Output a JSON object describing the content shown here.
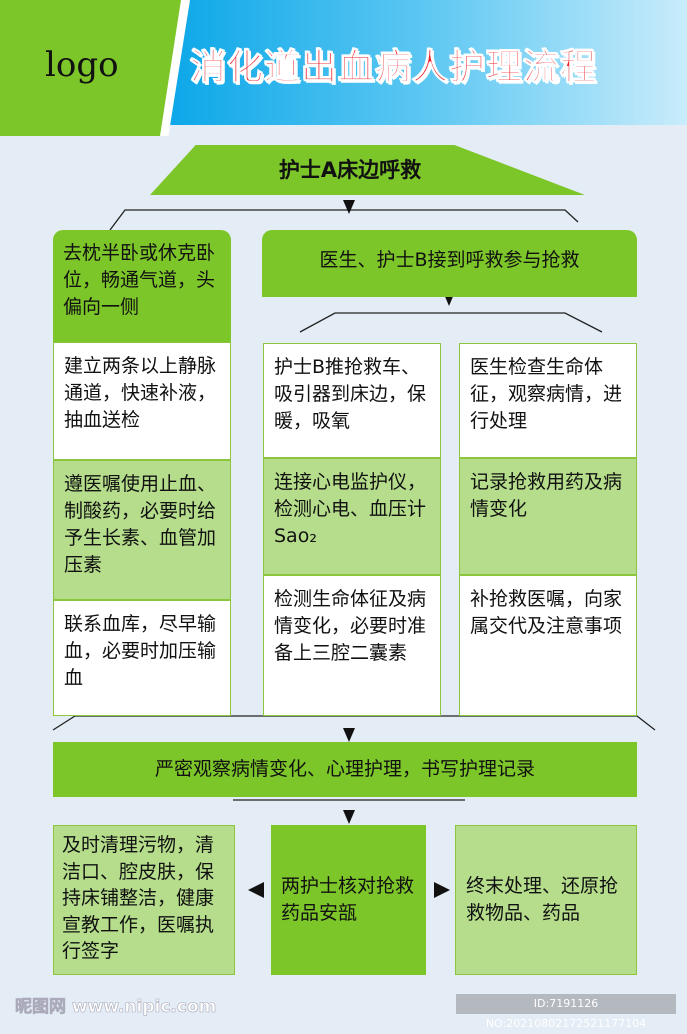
{
  "header": {
    "logo": "logo",
    "title": "消化道出血病人护理流程"
  },
  "start": "护士A床边呼救",
  "left_column": [
    "去枕半卧或休克卧位，畅通气道，头偏向一侧",
    "建立两条以上静脉通道，快速补液，抽血送检",
    "遵医嘱使用止血、制酸药，必要时给予生长素、血管加压素",
    "联系血库，尽早输血，必要时加压输血"
  ],
  "right_header": "医生、护士B接到呼救参与抢救",
  "middle_column": [
    "护士B推抢救车、吸引器到床边，保暖，吸氧",
    "连接心电监护仪，检测心电、血压计Sao₂",
    "检测生命体征及病情变化，必要时准备上三腔二囊素"
  ],
  "right_column": [
    "医生检查生命体征，观察病情，进行处理",
    "记录抢救用药及病情变化",
    "补抢救医嘱，向家属交代及注意事项"
  ],
  "observe": "严密观察病情变化、心理护理，书写护理记录",
  "bottom": {
    "left": "及时清理污物，清洁口、腔皮肤，保持床铺整洁，健康宣教工作，医嘱执行签字",
    "center": "两护士核对抢救药品安瓿",
    "right": "终末处理、还原抢救物品、药品"
  },
  "watermark": "昵图网 www.nipic.com",
  "image_id": "ID:7191126 NO:20210802172521177104",
  "colors": {
    "green": "#7dc62a",
    "light_green": "#b5dd8b",
    "title_red": "#e8222a",
    "background": "#e4ecf5"
  }
}
